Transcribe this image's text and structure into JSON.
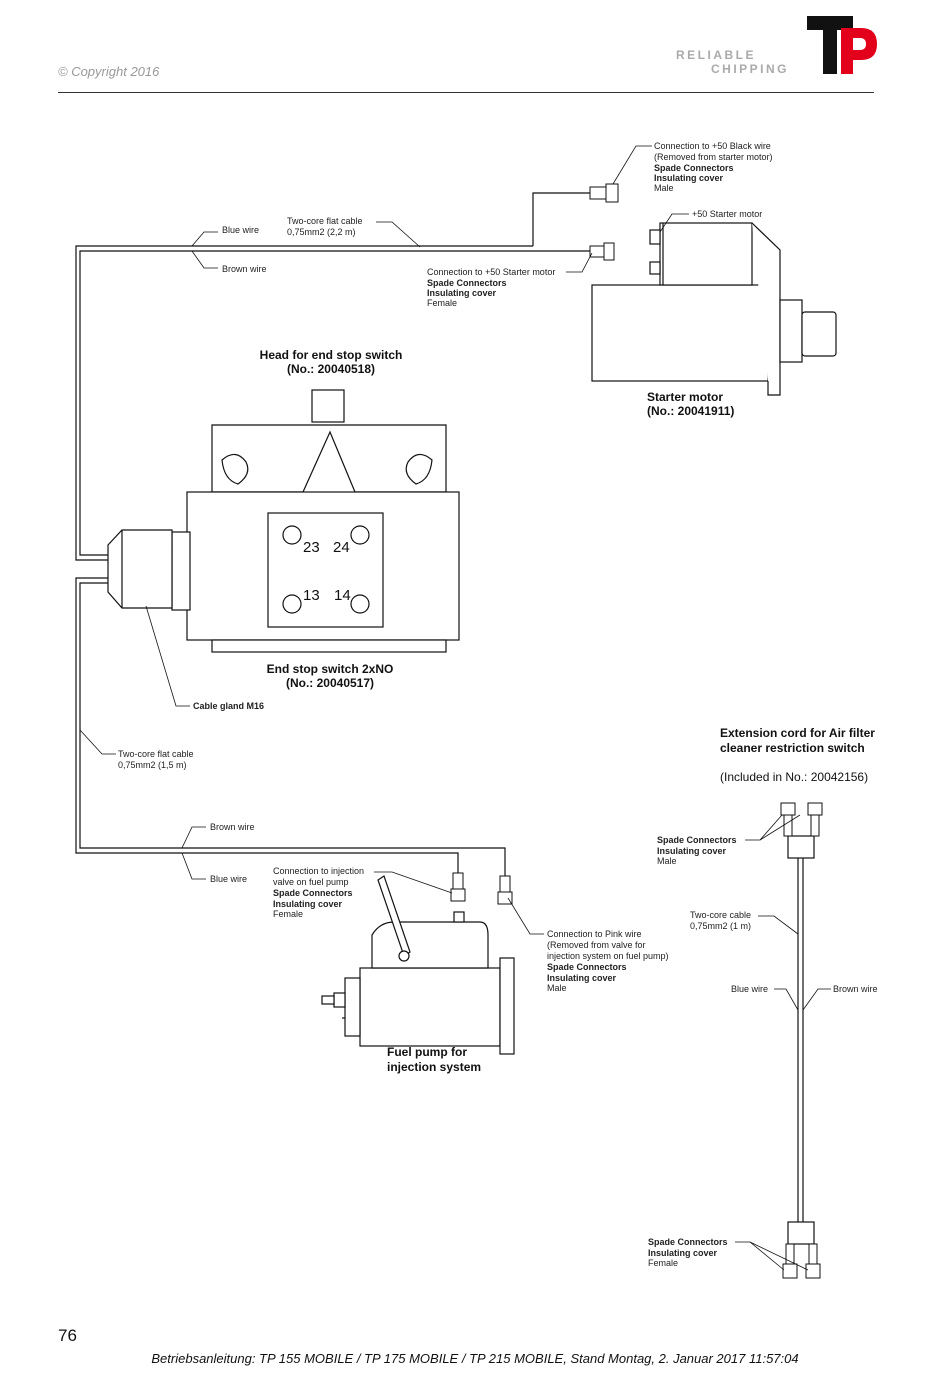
{
  "header": {
    "copyright": "© Copyright 2016",
    "brand_line1": "RELIABLE",
    "brand_line2": "CHIPPING",
    "logo_text": "TP",
    "logo_color_black": "#111111",
    "logo_color_red": "#e2001a"
  },
  "diagram": {
    "starter_conn_black": [
      "Connection to +50 Black wire",
      "(Removed from starter motor)",
      "Spade Connectors",
      "Insulating cover",
      "Male"
    ],
    "plus50_starter": "+50 Starter motor",
    "two_core_top": [
      "Two-core flat cable",
      "0,75mm2 (2,2 m)"
    ],
    "blue_wire_top": "Blue wire",
    "brown_wire_top": "Brown wire",
    "starter_conn_female": [
      "Connection to +50 Starter motor",
      "Spade Connectors",
      "Insulating cover",
      "Female"
    ],
    "head_title": [
      "Head for end stop switch",
      "(No.: 20040518)"
    ],
    "starter_title": [
      "Starter motor",
      "(No.: 20041911)"
    ],
    "terminals": [
      "23",
      "24",
      "13",
      "14"
    ],
    "switch_title": [
      "End stop switch 2xNO",
      "(No.: 20040517)"
    ],
    "cable_gland": "Cable gland M16",
    "two_core_left": [
      "Two-core flat cable",
      "0,75mm2 (1,5 m)"
    ],
    "ext_title": [
      "Extension cord for Air filter",
      "cleaner restriction switch"
    ],
    "ext_included": "(Included in No.: 20042156)",
    "ext_spade_top": [
      "Spade Connectors",
      "Insulating cover",
      "Male"
    ],
    "brown_wire_bottom": "Brown wire",
    "blue_wire_bottom": "Blue wire",
    "inj_conn": [
      "Connection to injection",
      "valve on fuel pump",
      "Spade Connectors",
      "Insulating cover",
      "Female"
    ],
    "two_core_ext": [
      "Two-core cable",
      "0,75mm2 (1 m)"
    ],
    "pink_conn": [
      "Connection to Pink wire",
      "(Removed from valve for",
      "injection system on fuel pump)",
      "Spade Connectors",
      "Insulating cover",
      "Male"
    ],
    "ext_blue": "Blue wire",
    "ext_brown": "Brown wire",
    "fuel_title": [
      "Fuel pump for",
      "injection system"
    ],
    "ext_spade_bottom": [
      "Spade Connectors",
      "Insulating cover",
      "Female"
    ]
  },
  "footer": {
    "page_number": "76",
    "text": "Betriebsanleitung: TP 155 MOBILE / TP 175 MOBILE / TP 215 MOBILE, Stand Montag, 2. Januar 2017 11:57:04"
  }
}
